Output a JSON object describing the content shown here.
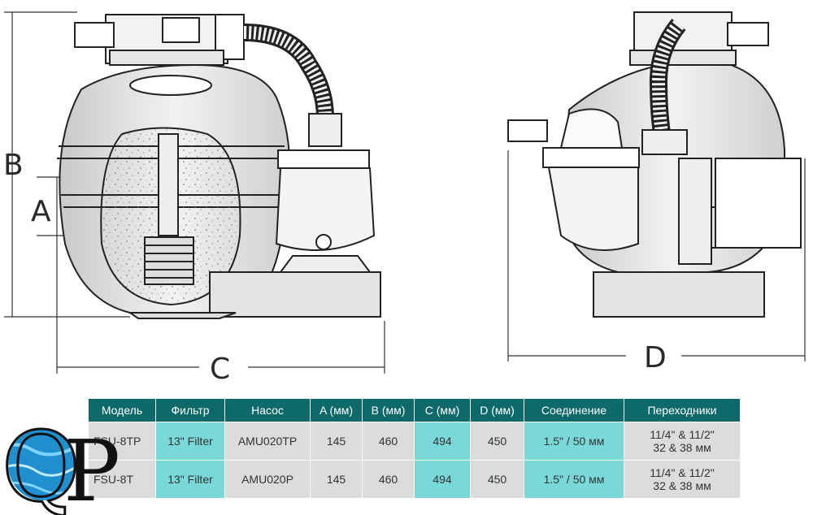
{
  "dimensions": {
    "a": "A",
    "b": "B",
    "c": "C",
    "d": "D"
  },
  "table": {
    "headers": [
      "Модель",
      "Фильтр",
      "Насос",
      "A (мм)",
      "B (мм)",
      "C (мм)",
      "D (мм)",
      "Соединение",
      "Переходники"
    ],
    "rows": [
      {
        "model": "FSU-8TP",
        "filter": "13\" Filter",
        "pump": "AMU020TP",
        "a": "145",
        "b": "460",
        "c": "494",
        "d": "450",
        "connection": "1.5\" / 50 мм",
        "adapters_1": "11/4\" & 11/2\"",
        "adapters_2": "32 & 38 мм"
      },
      {
        "model": "FSU-8T",
        "filter": "13\" Filter",
        "pump": "AMU020P",
        "a": "145",
        "b": "460",
        "c": "494",
        "d": "450",
        "connection": "1.5\" / 50 мм",
        "adapters_1": "11/4\" & 11/2\"",
        "adapters_2": "32 & 38 мм"
      }
    ]
  },
  "logo": {
    "text_q": "Q",
    "text_p": "P",
    "water_color": "#1f8fd0"
  }
}
